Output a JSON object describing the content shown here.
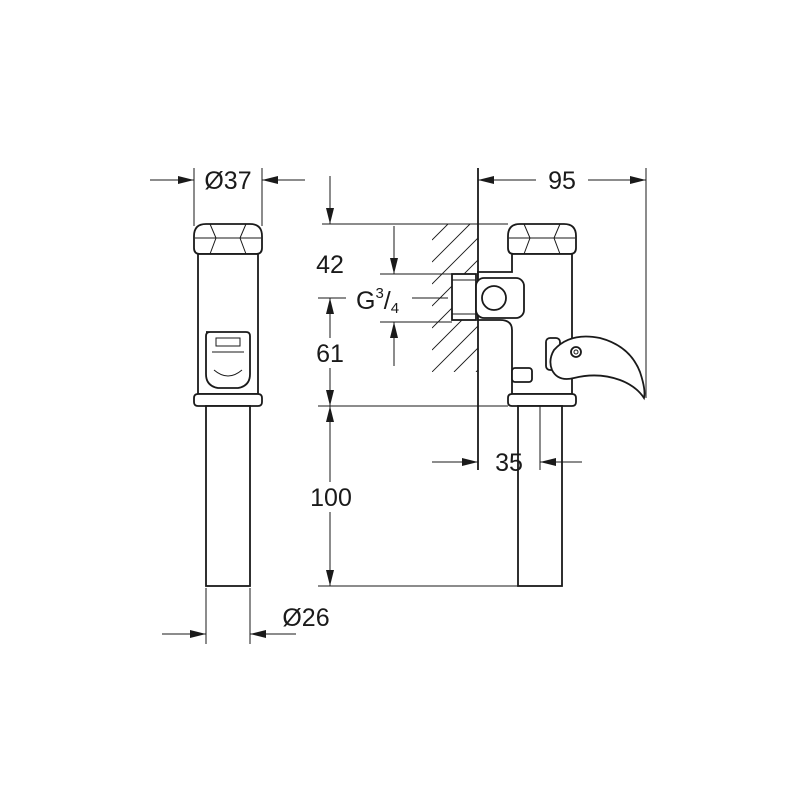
{
  "dimensions": {
    "top_diameter": "Ø37",
    "bottom_diameter": "Ø26",
    "width_total": "95",
    "height_upper": "42",
    "height_middle": "61",
    "height_lower": "100",
    "offset": "35"
  },
  "thread": {
    "prefix": "G",
    "numerator": "3",
    "slash": "/",
    "denominator": "4"
  },
  "colors": {
    "line": "#1a1a1a",
    "background": "#ffffff"
  }
}
